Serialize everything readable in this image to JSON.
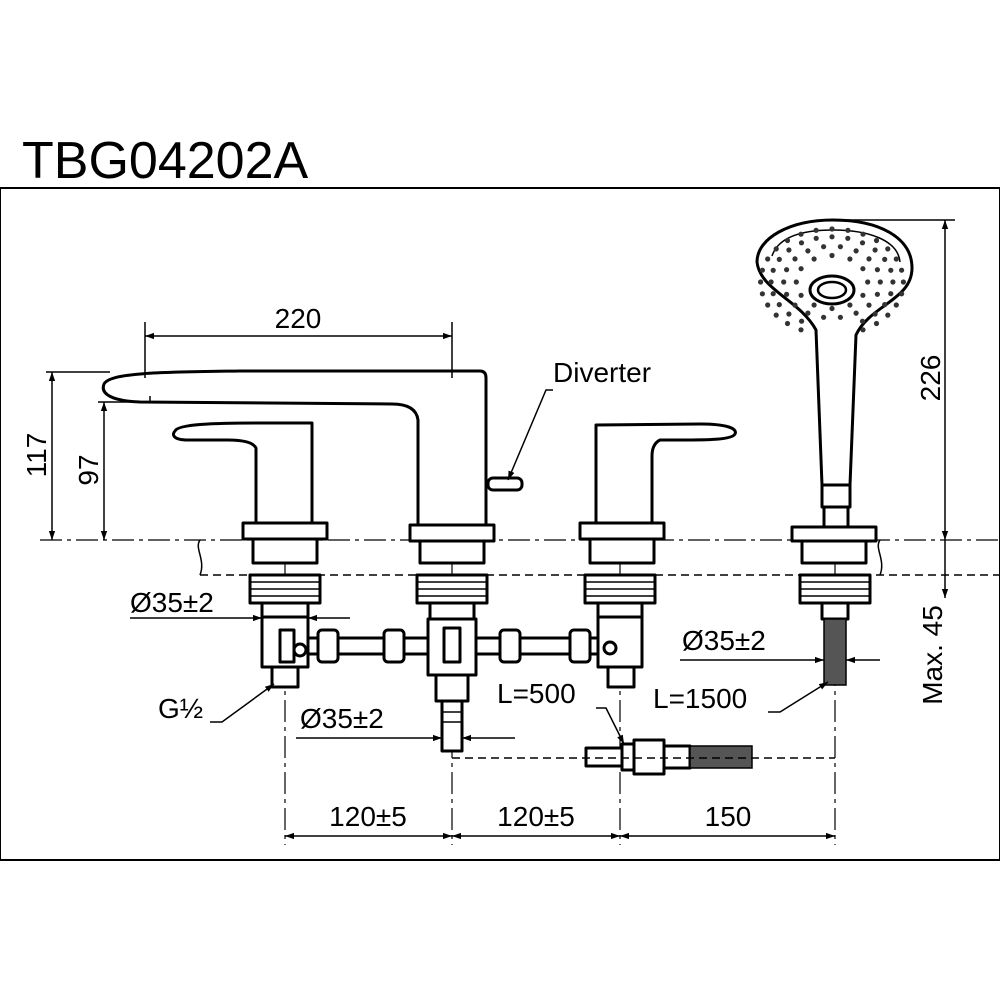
{
  "title": "TBG04202A",
  "dimensions": {
    "spout_length": "220",
    "spout_height": "117",
    "spout_outlet_height": "97",
    "handshower_height": "226",
    "max_deck_thickness": "Max. 45",
    "hole_dia_left": "Ø35±2",
    "hole_dia_center": "Ø35±2",
    "hole_dia_right": "Ø35±2",
    "spacing_1": "120±5",
    "spacing_2": "120±5",
    "spacing_3": "150"
  },
  "labels": {
    "diverter": "Diverter",
    "thread": "G½",
    "hose_short": "L=500",
    "hose_long": "L=1500"
  },
  "colors": {
    "line": "#000000",
    "background": "#ffffff"
  }
}
